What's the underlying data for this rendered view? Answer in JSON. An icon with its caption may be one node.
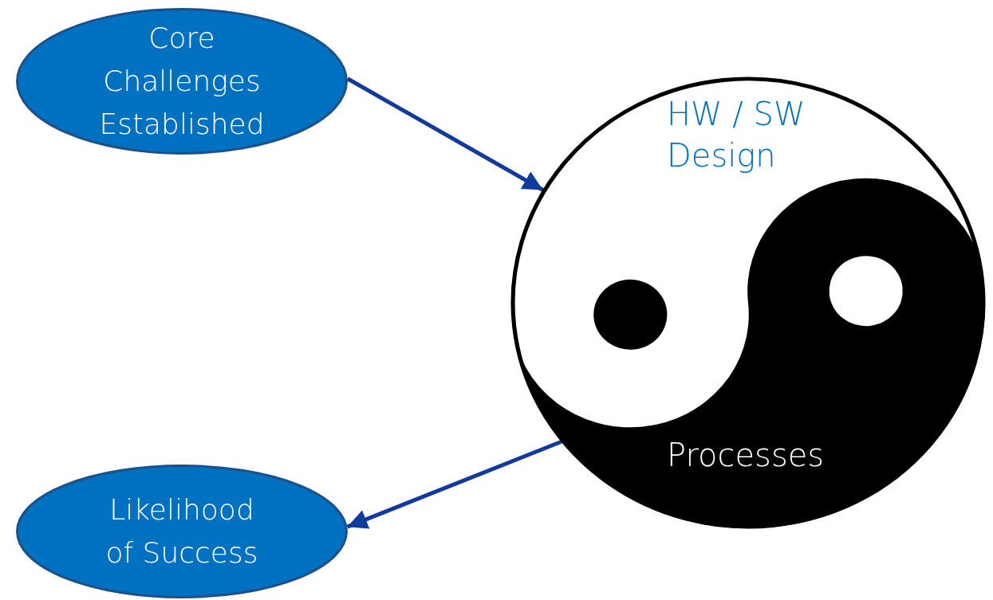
{
  "diagram": {
    "nodes": [
      {
        "text": [
          "Core Challenges Established"
        ]
      },
      {
        "text": [
          "HW / SW Design",
          "Processes"
        ]
      },
      {
        "text": [
          "Likelihood of Success"
        ]
      }
    ],
    "edges": [
      {
        "from": 0,
        "to": 1,
        "arrow": "to"
      },
      {
        "from": 1,
        "to": 2,
        "arrow": "to"
      }
    ]
  }
}
